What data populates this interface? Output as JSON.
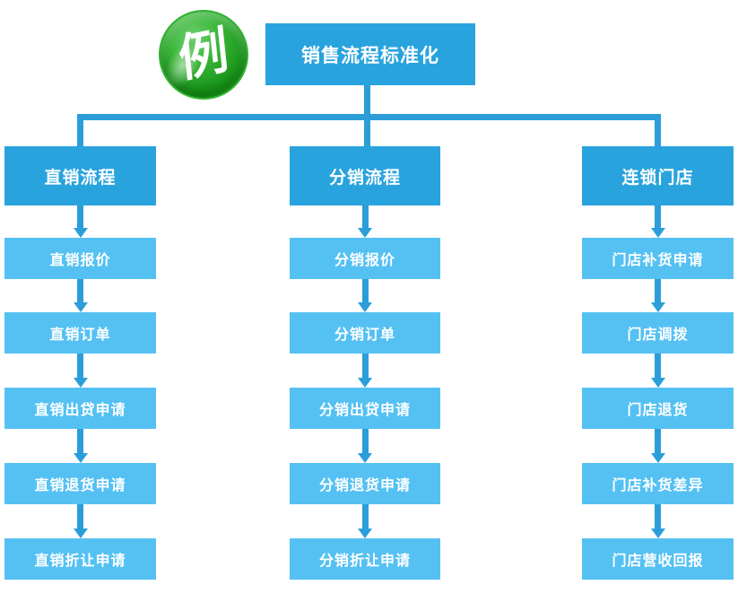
{
  "badge": {
    "label": "例"
  },
  "root": {
    "label": "销售流程标准化"
  },
  "columns": [
    {
      "header": "直销流程",
      "items": [
        "直销报价",
        "直销订单",
        "直销出贷申请",
        "直销退货申请",
        "直销折让申请"
      ]
    },
    {
      "header": "分销流程",
      "items": [
        "分销报价",
        "分销订单",
        "分销出贷申请",
        "分销退货申请",
        "分销折让申请"
      ]
    },
    {
      "header": "连锁门店",
      "items": [
        "门店补货申请",
        "门店调拨",
        "门店退货",
        "门店补货差异",
        "门店营收回报"
      ]
    }
  ],
  "colors": {
    "header_blue": "#29A3DE",
    "item_blue": "#55C1F3",
    "connector_blue": "#2B9EDA",
    "badge_green": "#2BA52B",
    "text_white": "#FFFFFF"
  }
}
